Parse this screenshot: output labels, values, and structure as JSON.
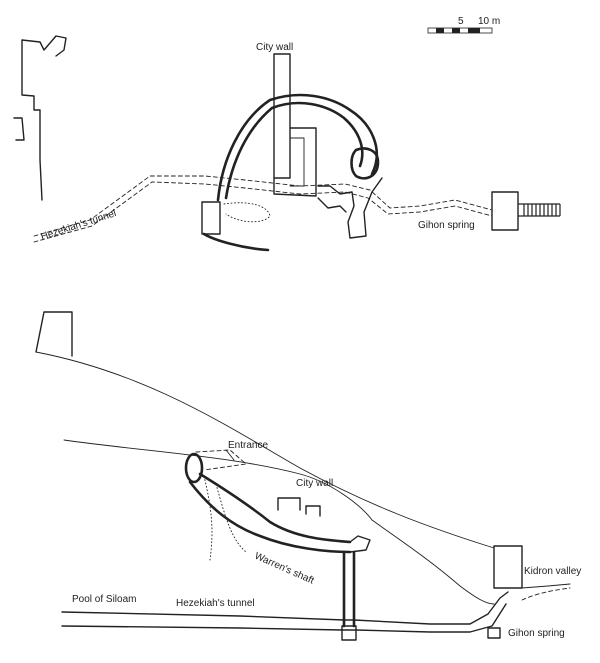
{
  "scale_bar": {
    "tick_mid": "5",
    "tick_end": "10 m"
  },
  "plan": {
    "city_wall": "City wall",
    "hezekiahs_tunnel": "Hezekiah's tunnel",
    "gihon_spring": "Gihon spring"
  },
  "section": {
    "entrance": "Entrance",
    "city_wall": "City wall",
    "warrens_shaft": "Warren's shaft",
    "kidron_valley": "Kidron valley",
    "pool_of_siloam": "Pool of Siloam",
    "hezekiahs_tunnel": "Hezekiah's tunnel",
    "gihon_spring": "Gihon spring"
  }
}
